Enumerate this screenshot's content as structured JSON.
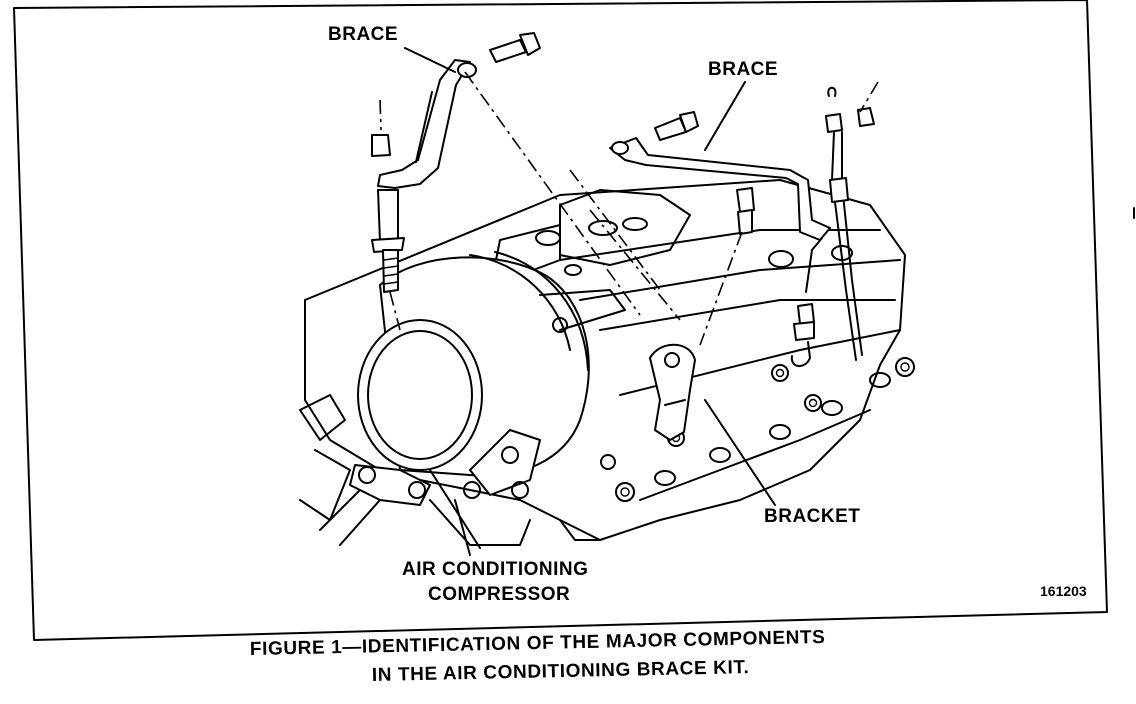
{
  "labels": {
    "brace_left": "BRACE",
    "brace_right": "BRACE",
    "bracket": "BRACKET",
    "compressor_line1": "AIR CONDITIONING",
    "compressor_line2": "COMPRESSOR",
    "figure_number": "161203"
  },
  "caption": {
    "line1": "FIGURE 1—IDENTIFICATION OF THE MAJOR COMPONENTS",
    "line2": "IN THE AIR CONDITIONING BRACE KIT."
  }
}
